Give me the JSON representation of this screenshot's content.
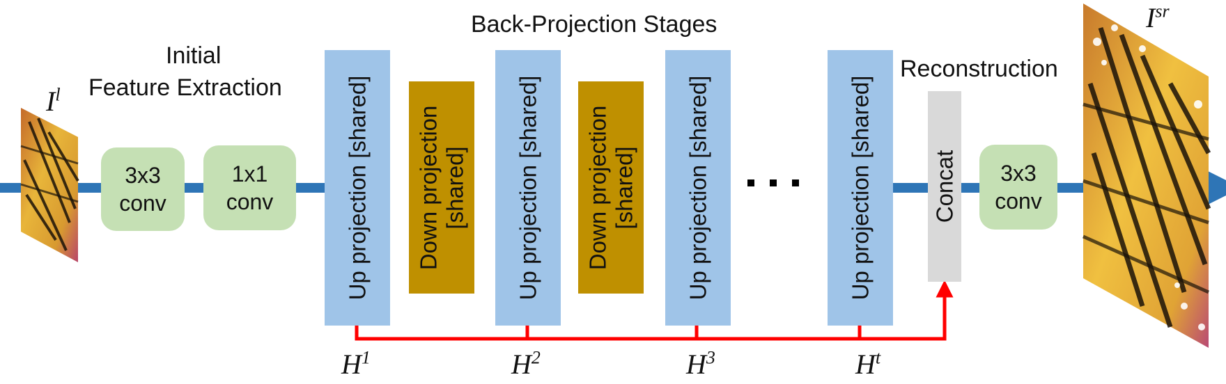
{
  "diagram": {
    "title_back_projection": "Back-Projection Stages",
    "title_initial_line1": "Initial",
    "title_initial_line2": "Feature Extraction",
    "title_reconstruction": "Reconstruction",
    "input_symbol": "I",
    "input_superscript": "l",
    "output_symbol": "I",
    "output_superscript": "sr",
    "initial_conv1": {
      "line1": "3x3",
      "line2": "conv"
    },
    "initial_conv2": {
      "line1": "1x1",
      "line2": "conv"
    },
    "up_projection_label": "Up projection [shared]",
    "down_projection_label_line1": "Down projection",
    "down_projection_label_line2": "[shared]",
    "concat_label": "Concat",
    "recon_conv": {
      "line1": "3x3",
      "line2": "conv"
    },
    "features": [
      {
        "symbol": "H",
        "superscript": "1"
      },
      {
        "symbol": "H",
        "superscript": "2"
      },
      {
        "symbol": "H",
        "superscript": "3"
      },
      {
        "symbol": "H",
        "superscript": "t"
      }
    ],
    "colors": {
      "main_flow": "#2e75b6",
      "skip_connection": "#ff0000",
      "conv_block": "#c5e0b4",
      "up_projection": "#9fc4e8",
      "down_projection": "#bf9000",
      "concat": "#d9d9d9"
    }
  }
}
